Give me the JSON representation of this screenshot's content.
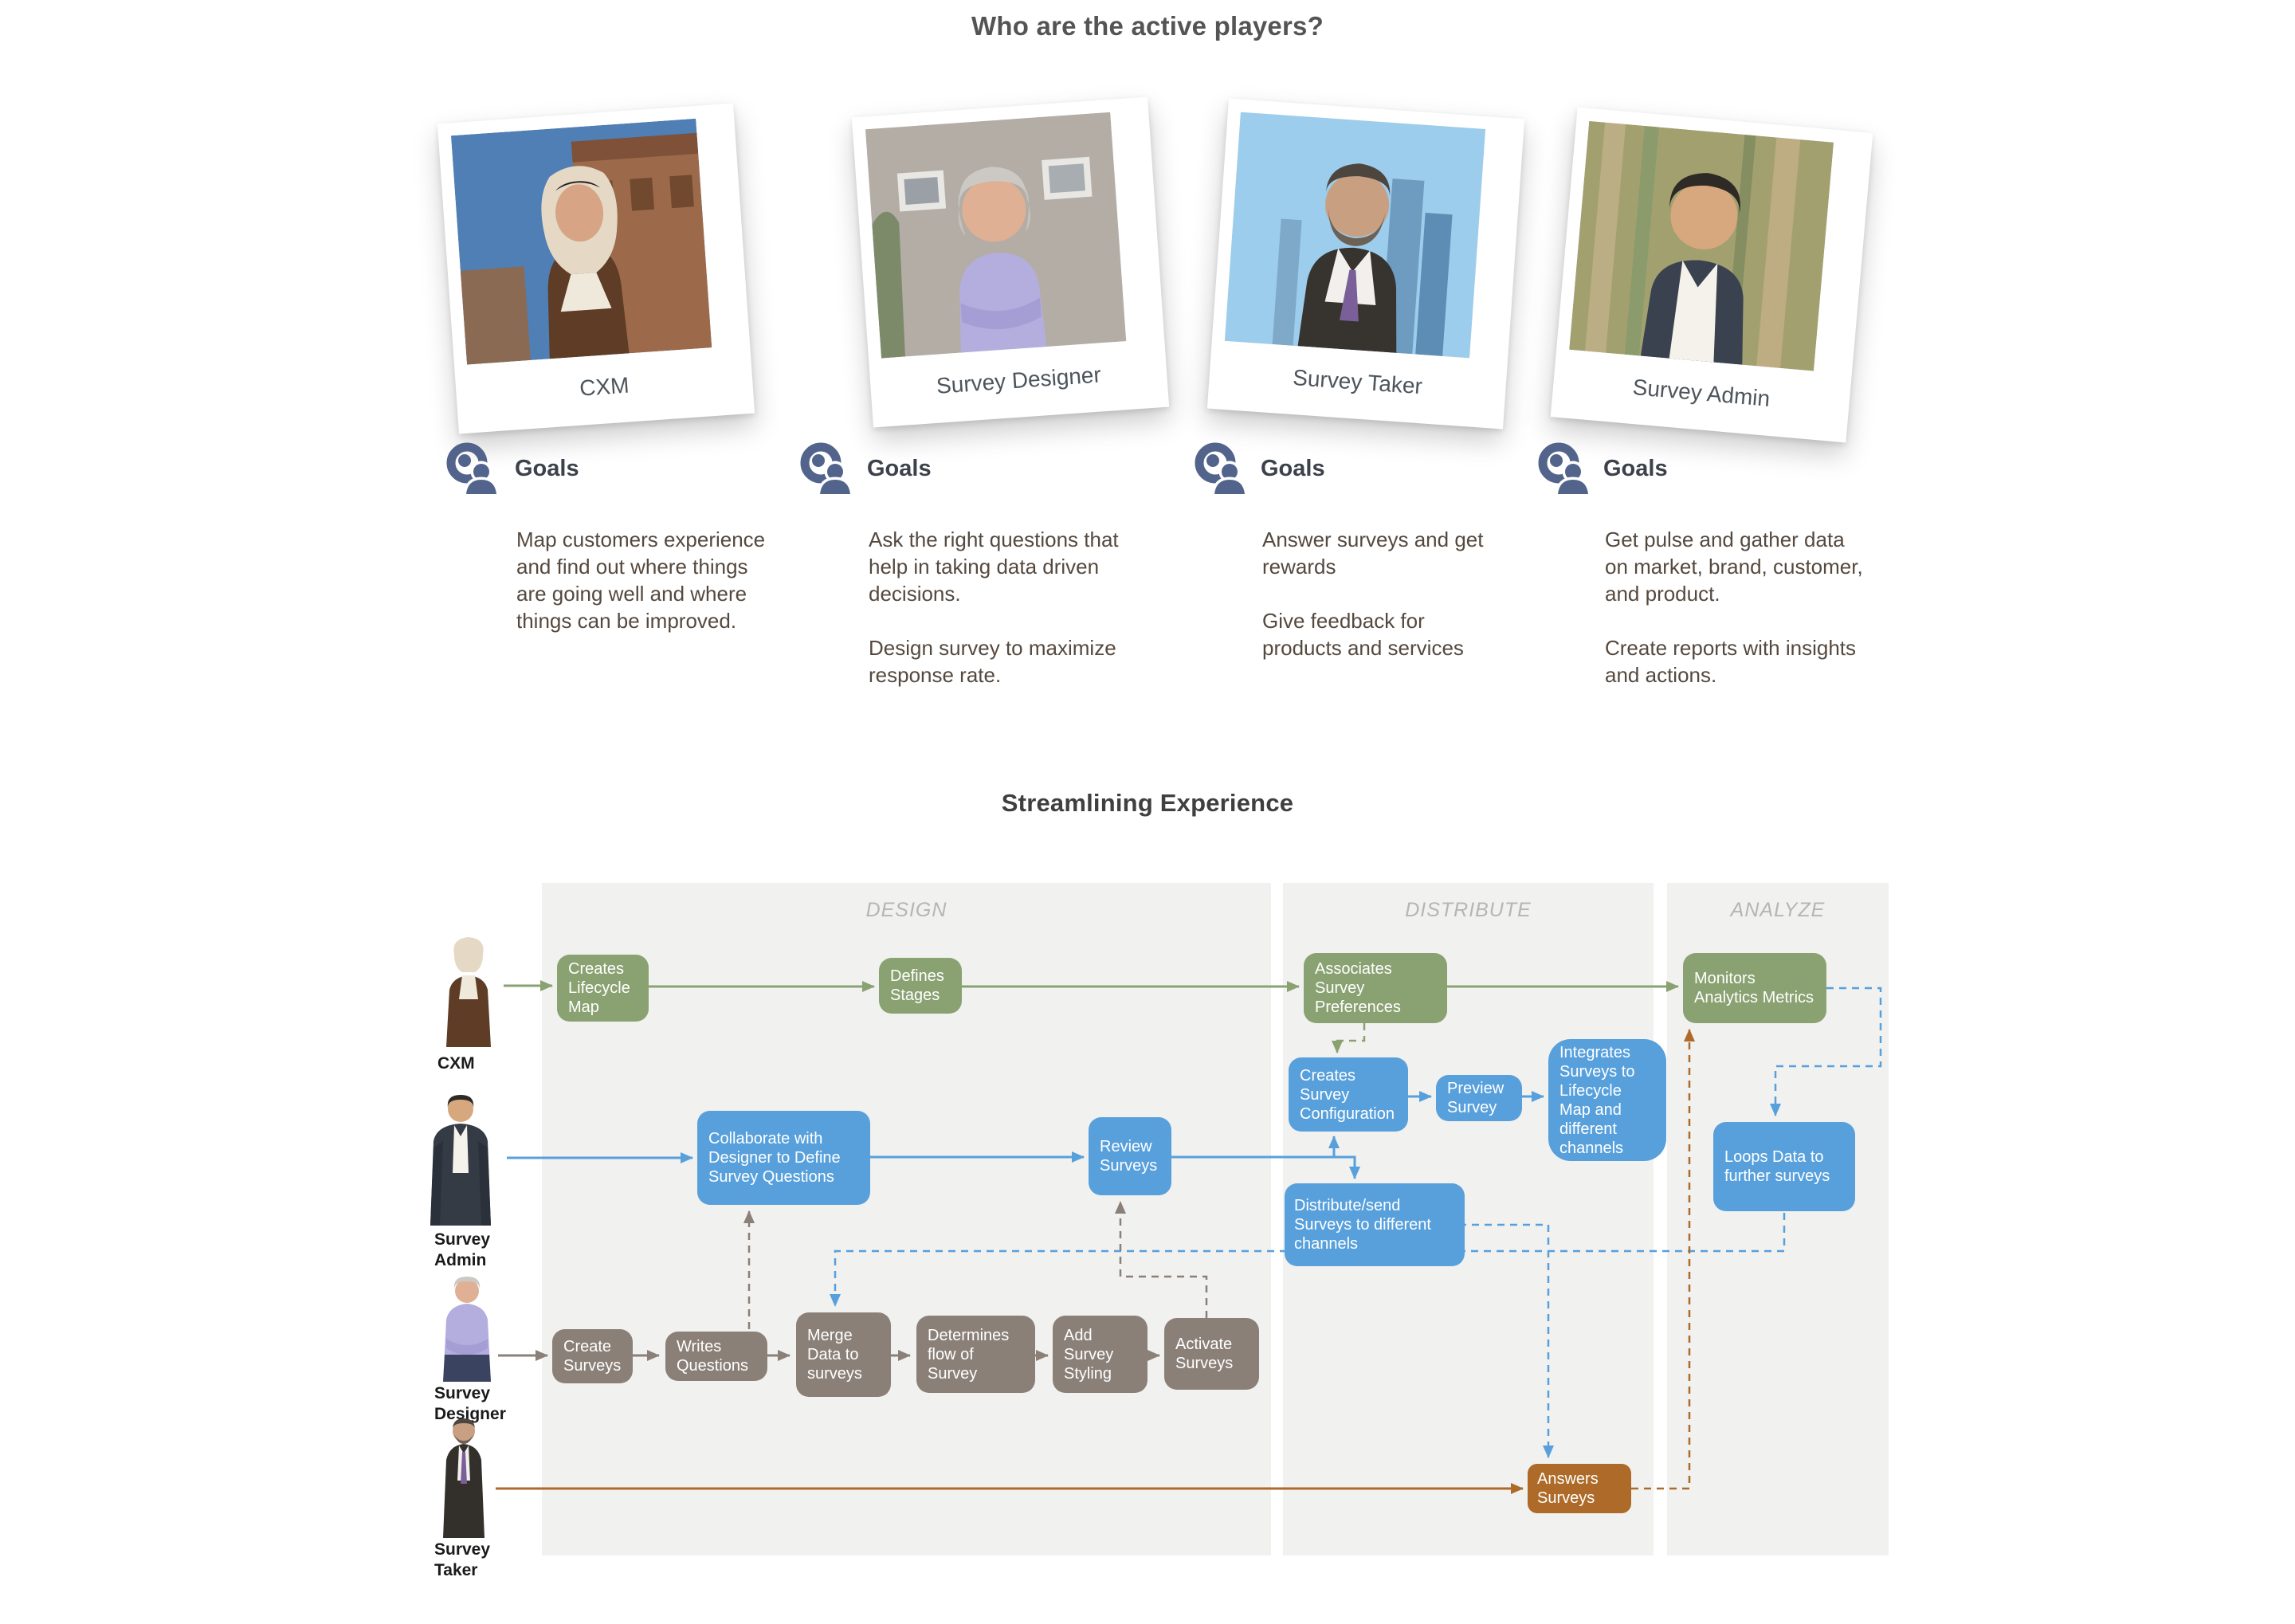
{
  "page": {
    "title_players": "Who are the active players?",
    "title_experience": "Streamlining Experience",
    "goals_heading": "Goals"
  },
  "personas": [
    {
      "name": "CXM",
      "goals": [
        "Map customers experience and find out where things are going well and where things can be improved."
      ]
    },
    {
      "name": "Survey Designer",
      "goals": [
        "Ask the right questions that help in taking data driven decisions.",
        "Design survey to maximize response rate."
      ]
    },
    {
      "name": "Survey Taker",
      "goals": [
        "Answer surveys and get rewards",
        "Give feedback for products and services"
      ]
    },
    {
      "name": "Survey Admin",
      "goals": [
        "Get pulse and gather data on market, brand, customer, and product.",
        "Create reports with insights and actions."
      ]
    }
  ],
  "flow": {
    "lanes": [
      {
        "label": "DESIGN"
      },
      {
        "label": "DISTRIBUTE"
      },
      {
        "label": "ANALYZE"
      }
    ],
    "actors": [
      {
        "label": "CXM"
      },
      {
        "label": "Survey\nAdmin"
      },
      {
        "label": "Survey\nDesigner"
      },
      {
        "label": "Survey\nTaker"
      }
    ],
    "nodes": {
      "creates_lifecycle": "Creates Lifecycle Map",
      "defines_stages": "Defines Stages",
      "associates_preferences": "Associates Survey Preferences",
      "monitors_metrics": "Monitors Analytics Metrics",
      "collaborate": "Collaborate with Designer to Define Survey Questions",
      "review_surveys": "Review Surveys",
      "creates_config": "Creates Survey Configuration",
      "preview_survey": "Preview Survey",
      "integrates": "Integrates Surveys to Lifecycle Map and different channels",
      "distribute_send": "Distribute/send Surveys to different channels",
      "loops_data": "Loops Data to further surveys",
      "create_surveys": "Create Surveys",
      "writes_questions": "Writes Questions",
      "merge_data": "Merge Data to surveys",
      "determines_flow": "Determines flow of Survey",
      "add_styling": "Add Survey Styling",
      "activate_surveys": "Activate Surveys",
      "answers_surveys": "Answers Surveys"
    }
  },
  "colors": {
    "green": "#8aa272",
    "blue": "#58a0dc",
    "taupe": "#8b8078",
    "orange": "#ad6a28",
    "slate_icon": "#53648c",
    "lane_bg": "#f1f1ef"
  }
}
